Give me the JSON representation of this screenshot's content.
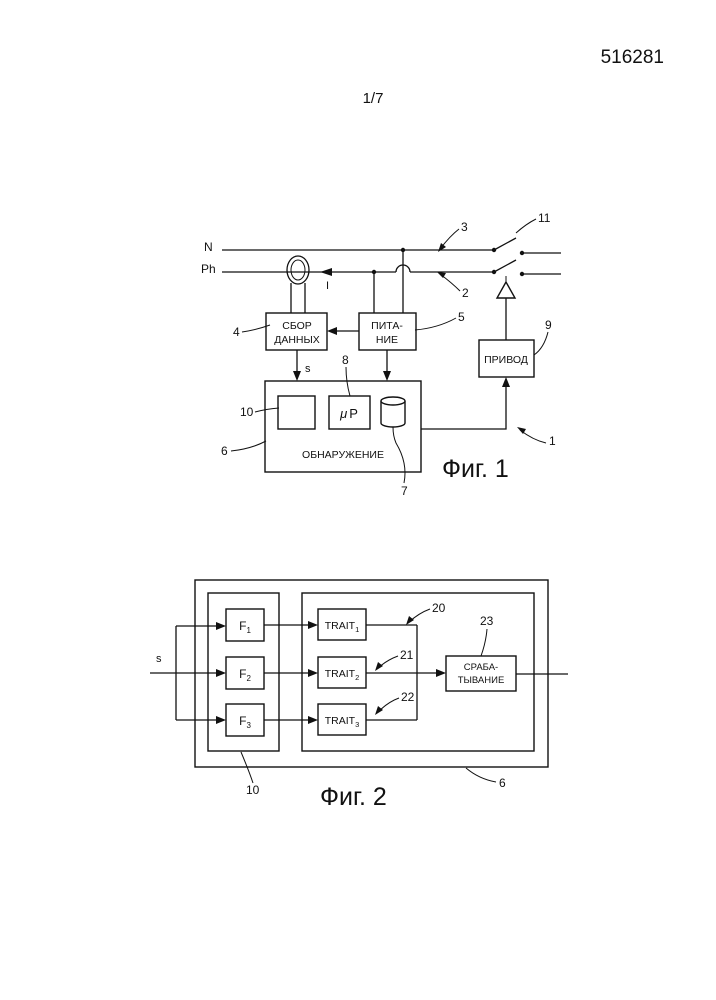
{
  "header": {
    "patent_number": "516281",
    "sheet": "1/7"
  },
  "fig1": {
    "caption": "Фиг. 1",
    "wire_n": "N",
    "wire_ph": "Ph",
    "current_label": "I",
    "signal_label": "s",
    "block_acquisition": [
      "СБОР",
      "ДАННЫХ"
    ],
    "block_power": [
      "ПИТА-",
      "НИЕ"
    ],
    "block_actuator": "ПРИВОД",
    "block_detection": "ОБНАРУЖЕНИЕ",
    "microprocessor": {
      "mu": "μ",
      "p": "P"
    },
    "refs": {
      "r1": "1",
      "r2": "2",
      "r3": "3",
      "r4": "4",
      "r5": "5",
      "r6": "6",
      "r7": "7",
      "r8": "8",
      "r9": "9",
      "r10": "10",
      "r11": "11"
    }
  },
  "fig2": {
    "caption": "Фиг. 2",
    "input_label": "s",
    "filters": [
      {
        "base": "F",
        "sub": "1"
      },
      {
        "base": "F",
        "sub": "2"
      },
      {
        "base": "F",
        "sub": "3"
      }
    ],
    "processors": [
      {
        "base": "TRAIT",
        "sub": "1"
      },
      {
        "base": "TRAIT",
        "sub": "2"
      },
      {
        "base": "TRAIT",
        "sub": "3"
      }
    ],
    "trigger": [
      "СРАБА-",
      "ТЫВАНИЕ"
    ],
    "refs": {
      "r6": "6",
      "r10": "10",
      "r20": "20",
      "r21": "21",
      "r22": "22",
      "r23": "23"
    }
  }
}
